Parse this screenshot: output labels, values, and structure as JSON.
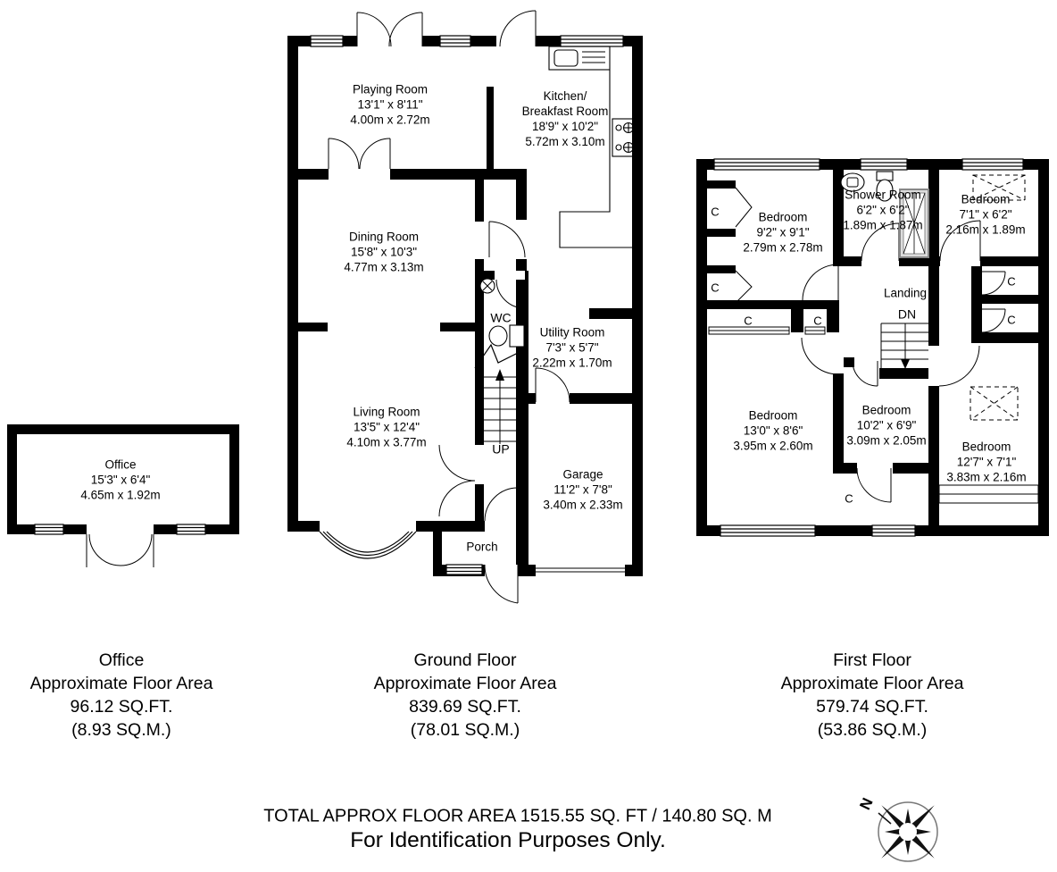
{
  "office": {
    "room": {
      "name": "Office",
      "imperial": "15'3\" x 6'4\"",
      "metric": "4.65m x 1.92m"
    },
    "caption": {
      "lines": [
        "Office",
        "Approximate Floor Area",
        "96.12 SQ.FT.",
        "(8.93 SQ.M.)"
      ]
    }
  },
  "ground_floor": {
    "rooms": {
      "playing_room": {
        "name": "Playing Room",
        "imperial": "13'1\" x 8'11\"",
        "metric": "4.00m x 2.72m"
      },
      "kitchen": {
        "name_line1": "Kitchen/",
        "name_line2": "Breakfast Room",
        "imperial": "18'9\" x 10'2\"",
        "metric": "5.72m x 3.10m"
      },
      "dining_room": {
        "name": "Dining Room",
        "imperial": "15'8\" x 10'3\"",
        "metric": "4.77m x 3.13m"
      },
      "wc": {
        "name": "WC"
      },
      "utility_room": {
        "name": "Utility Room",
        "imperial": "7'3\" x 5'7\"",
        "metric": "2.22m x 1.70m"
      },
      "living_room": {
        "name": "Living Room",
        "imperial": "13'5\" x 12'4\"",
        "metric": "4.10m x 3.77m"
      },
      "garage": {
        "name": "Garage",
        "imperial": "11'2\" x 7'8\"",
        "metric": "3.40m x 2.33m"
      },
      "porch": {
        "name": "Porch"
      },
      "stairs_up_label": "UP"
    },
    "caption": {
      "lines": [
        "Ground Floor",
        "Approximate Floor Area",
        "839.69 SQ.FT.",
        "(78.01 SQ.M.)"
      ]
    }
  },
  "first_floor": {
    "rooms": {
      "bedroom_front": {
        "name": "Bedroom",
        "imperial": "9'2\" x 9'1\"",
        "metric": "2.79m x 2.78m"
      },
      "shower_room": {
        "name": "Shower Room",
        "imperial": "6'2\" x 6'2\"",
        "metric": "1.89m x 1.87m"
      },
      "bedroom_top_right": {
        "name": "Bedroom",
        "imperial": "7'1\" x 6'2\"",
        "metric": "2.16m x 1.89m"
      },
      "landing": {
        "name": "Landing"
      },
      "stairs_down_label": "DN",
      "bedroom_left": {
        "name": "Bedroom",
        "imperial": "13'0\" x 8'6\"",
        "metric": "3.95m x 2.60m"
      },
      "bedroom_middle": {
        "name": "Bedroom",
        "imperial": "10'2\" x 6'9\"",
        "metric": "3.09m x 2.05m"
      },
      "bedroom_right": {
        "name": "Bedroom",
        "imperial": "12'7\" x 7'1\"",
        "metric": "3.83m x 2.16m"
      },
      "closet_label": "C"
    },
    "caption": {
      "lines": [
        "First Floor",
        "Approximate Floor Area",
        "579.74 SQ.FT.",
        "(53.86 SQ.M.)"
      ]
    }
  },
  "footer": {
    "total_area": "TOTAL APPROX FLOOR AREA 1515.55 SQ. FT / 140.80 SQ. M",
    "disclaimer": "For Identification Purposes Only.",
    "compass_north": "N"
  }
}
